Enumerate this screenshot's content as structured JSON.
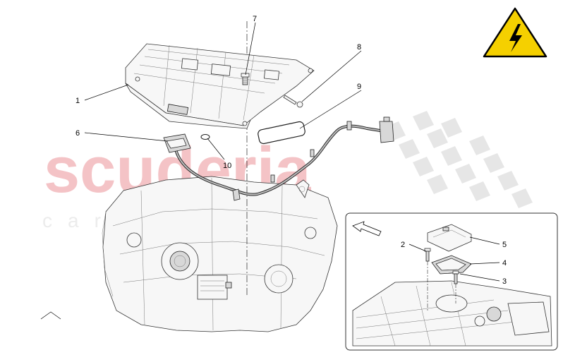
{
  "watermark": {
    "brand": "scuderia",
    "sub": "car parts"
  },
  "warning_sign": {
    "icon": "high-voltage-warning-icon",
    "fill_color": "#f5d000",
    "stroke_color": "#000000"
  },
  "callouts": [
    "1",
    "2",
    "3",
    "4",
    "5",
    "6",
    "7",
    "8",
    "9",
    "10"
  ],
  "colors": {
    "watermark_red": "#f4c3c6",
    "checker_gray": "#e4e4e4",
    "line": "#333333"
  }
}
